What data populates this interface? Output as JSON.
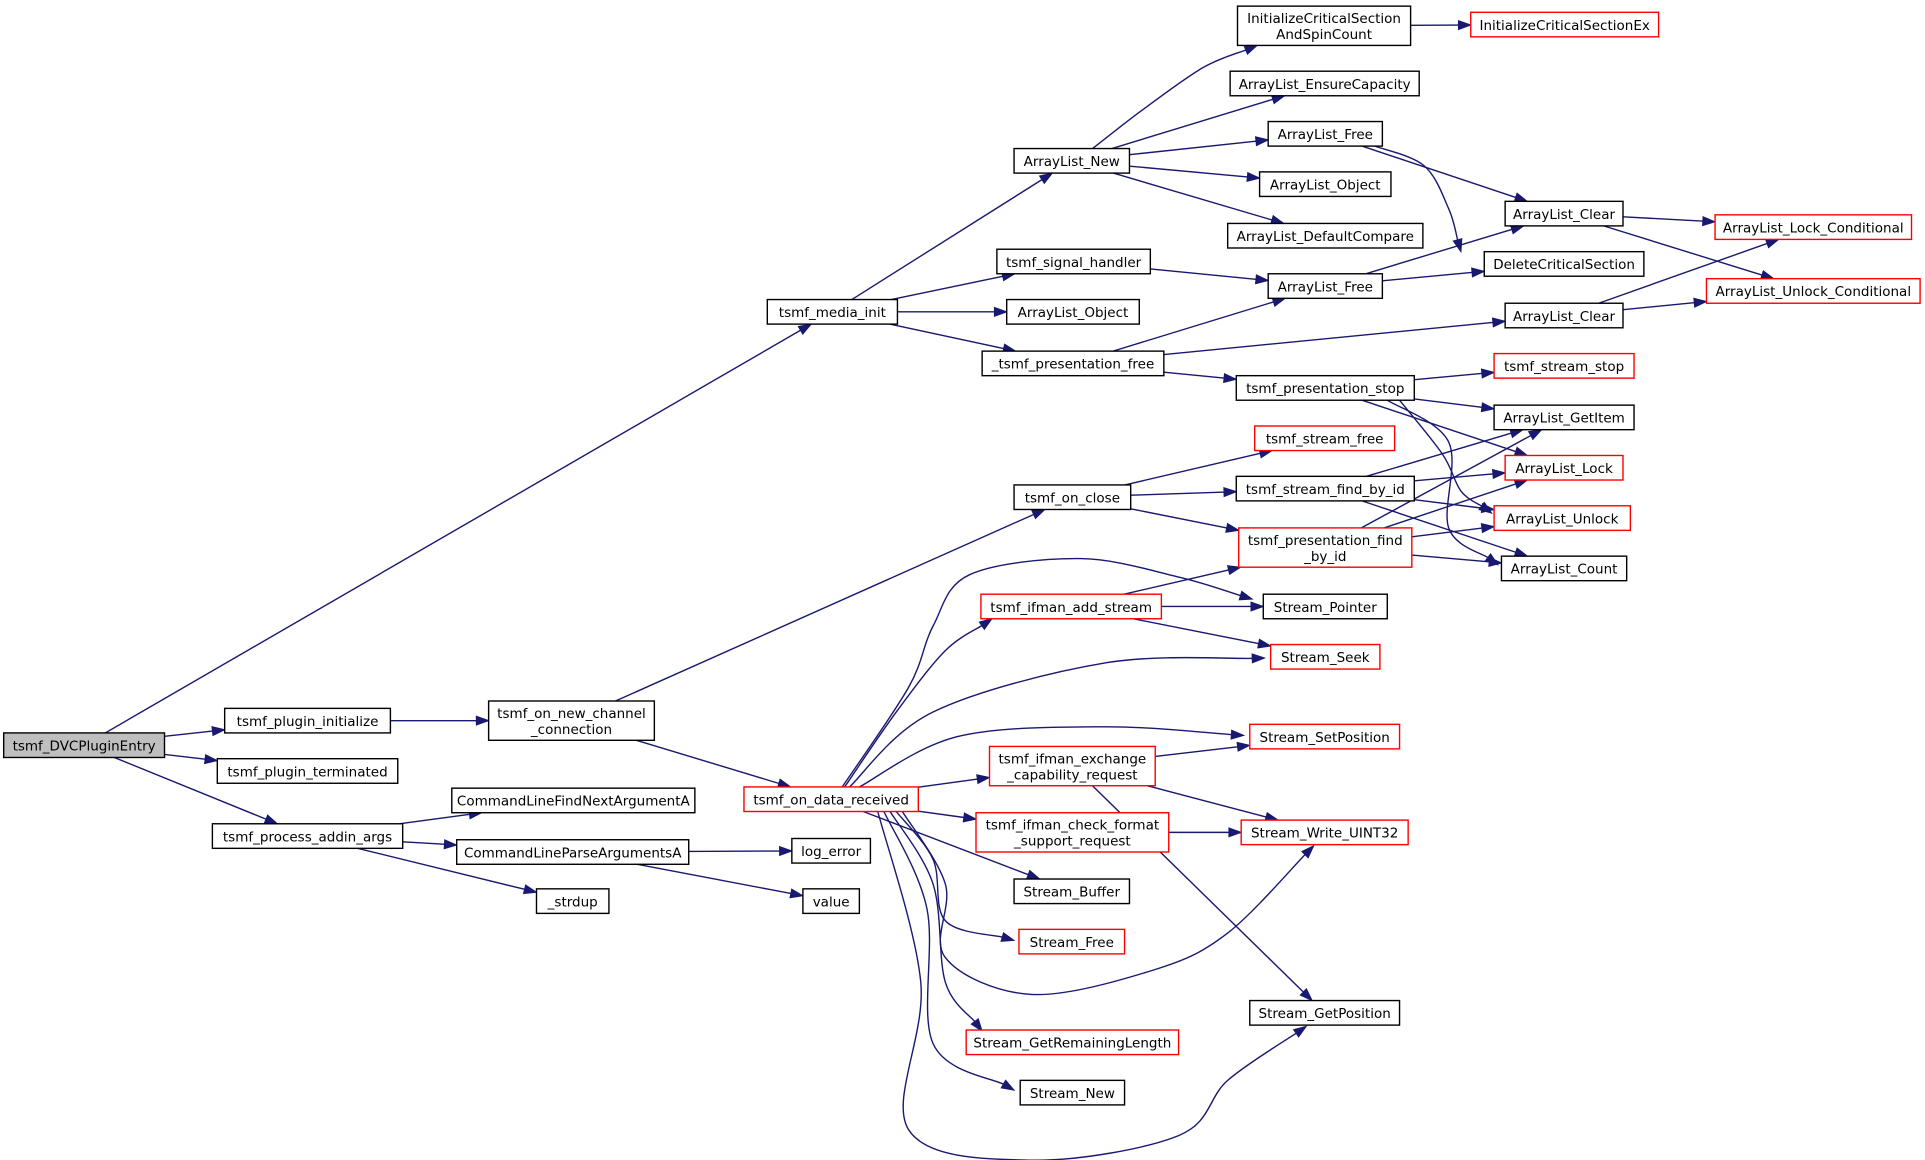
{
  "colors": {
    "edge": "#191970",
    "border_normal": "#000000",
    "border_truncated": "#ff0000",
    "root_fill": "#bfbfbf",
    "node_fill": "#ffffff"
  },
  "nodes": [
    {
      "id": "root",
      "lines": [
        "tsmf_DVCPluginEntry"
      ],
      "style": "root"
    },
    {
      "id": "plugin_initialize",
      "lines": [
        "tsmf_plugin_initialize"
      ],
      "style": "normal"
    },
    {
      "id": "plugin_terminated",
      "lines": [
        "tsmf_plugin_terminated"
      ],
      "style": "normal"
    },
    {
      "id": "process_addin_args",
      "lines": [
        "tsmf_process_addin_args"
      ],
      "style": "normal"
    },
    {
      "id": "media_init",
      "lines": [
        "tsmf_media_init"
      ],
      "style": "normal"
    },
    {
      "id": "on_new_channel",
      "lines": [
        "tsmf_on_new_channel",
        "_connection"
      ],
      "style": "normal"
    },
    {
      "id": "cl_find_next",
      "lines": [
        "CommandLineFindNextArgumentA"
      ],
      "style": "normal"
    },
    {
      "id": "cl_parse",
      "lines": [
        "CommandLineParseArgumentsA"
      ],
      "style": "normal"
    },
    {
      "id": "strdup",
      "lines": [
        "_strdup"
      ],
      "style": "normal"
    },
    {
      "id": "on_data_received",
      "lines": [
        "tsmf_on_data_received"
      ],
      "style": "truncated"
    },
    {
      "id": "log_error",
      "lines": [
        "log_error"
      ],
      "style": "normal"
    },
    {
      "id": "value",
      "lines": [
        "value"
      ],
      "style": "normal"
    },
    {
      "id": "on_close",
      "lines": [
        "tsmf_on_close"
      ],
      "style": "normal"
    },
    {
      "id": "al_new",
      "lines": [
        "ArrayList_New"
      ],
      "style": "normal"
    },
    {
      "id": "signal_handler",
      "lines": [
        "tsmf_signal_handler"
      ],
      "style": "normal"
    },
    {
      "id": "al_object_2",
      "lines": [
        "ArrayList_Object"
      ],
      "style": "normal"
    },
    {
      "id": "pres_free",
      "lines": [
        "_tsmf_presentation_free"
      ],
      "style": "normal"
    },
    {
      "id": "ifman_add_stream",
      "lines": [
        "tsmf_ifman_add_stream"
      ],
      "style": "truncated"
    },
    {
      "id": "ifman_exchange",
      "lines": [
        "tsmf_ifman_exchange",
        "_capability_request"
      ],
      "style": "truncated"
    },
    {
      "id": "ifman_check_format",
      "lines": [
        "tsmf_ifman_check_format",
        "_support_request"
      ],
      "style": "truncated"
    },
    {
      "id": "stream_buffer",
      "lines": [
        "Stream_Buffer"
      ],
      "style": "normal"
    },
    {
      "id": "stream_free_s",
      "lines": [
        "Stream_Free"
      ],
      "style": "truncated"
    },
    {
      "id": "stream_remaining",
      "lines": [
        "Stream_GetRemainingLength"
      ],
      "style": "truncated"
    },
    {
      "id": "stream_new",
      "lines": [
        "Stream_New"
      ],
      "style": "normal"
    },
    {
      "id": "init_cs",
      "lines": [
        "InitializeCriticalSection",
        "AndSpinCount"
      ],
      "style": "normal"
    },
    {
      "id": "al_ensure",
      "lines": [
        "ArrayList_EnsureCapacity"
      ],
      "style": "normal"
    },
    {
      "id": "al_free_1",
      "lines": [
        "ArrayList_Free"
      ],
      "style": "normal"
    },
    {
      "id": "al_object_1",
      "lines": [
        "ArrayList_Object"
      ],
      "style": "normal"
    },
    {
      "id": "al_default_compare",
      "lines": [
        "ArrayList_DefaultCompare"
      ],
      "style": "normal"
    },
    {
      "id": "al_free_2",
      "lines": [
        "ArrayList_Free"
      ],
      "style": "normal"
    },
    {
      "id": "pres_stop",
      "lines": [
        "tsmf_presentation_stop"
      ],
      "style": "normal"
    },
    {
      "id": "tsmf_stream_free",
      "lines": [
        "tsmf_stream_free"
      ],
      "style": "truncated"
    },
    {
      "id": "stream_find_by_id",
      "lines": [
        "tsmf_stream_find_by_id"
      ],
      "style": "normal"
    },
    {
      "id": "pres_find_by_id",
      "lines": [
        "tsmf_presentation_find",
        "_by_id"
      ],
      "style": "truncated"
    },
    {
      "id": "stream_pointer",
      "lines": [
        "Stream_Pointer"
      ],
      "style": "normal"
    },
    {
      "id": "stream_seek",
      "lines": [
        "Stream_Seek"
      ],
      "style": "truncated"
    },
    {
      "id": "stream_setpos",
      "lines": [
        "Stream_SetPosition"
      ],
      "style": "truncated"
    },
    {
      "id": "stream_write_u32",
      "lines": [
        "Stream_Write_UINT32"
      ],
      "style": "truncated"
    },
    {
      "id": "stream_getpos",
      "lines": [
        "Stream_GetPosition"
      ],
      "style": "normal"
    },
    {
      "id": "init_cs_ex",
      "lines": [
        "InitializeCriticalSectionEx"
      ],
      "style": "truncated"
    },
    {
      "id": "al_clear_1",
      "lines": [
        "ArrayList_Clear"
      ],
      "style": "normal"
    },
    {
      "id": "delete_cs",
      "lines": [
        "DeleteCriticalSection"
      ],
      "style": "normal"
    },
    {
      "id": "al_clear_2",
      "lines": [
        "ArrayList_Clear"
      ],
      "style": "normal"
    },
    {
      "id": "tsmf_stream_stop",
      "lines": [
        "tsmf_stream_stop"
      ],
      "style": "truncated"
    },
    {
      "id": "al_getitem",
      "lines": [
        "ArrayList_GetItem"
      ],
      "style": "normal"
    },
    {
      "id": "al_lock",
      "lines": [
        "ArrayList_Lock"
      ],
      "style": "truncated"
    },
    {
      "id": "al_unlock",
      "lines": [
        "ArrayList_Unlock"
      ],
      "style": "truncated"
    },
    {
      "id": "al_count",
      "lines": [
        "ArrayList_Count"
      ],
      "style": "normal"
    },
    {
      "id": "al_lock_cond",
      "lines": [
        "ArrayList_Lock_Conditional"
      ],
      "style": "truncated"
    },
    {
      "id": "al_unlock_cond",
      "lines": [
        "ArrayList_Unlock_Conditional"
      ],
      "style": "truncated"
    }
  ],
  "edges": [
    [
      "root",
      "media_init"
    ],
    [
      "root",
      "plugin_initialize"
    ],
    [
      "root",
      "plugin_terminated"
    ],
    [
      "root",
      "process_addin_args"
    ],
    [
      "plugin_initialize",
      "on_new_channel"
    ],
    [
      "on_new_channel",
      "on_close"
    ],
    [
      "on_new_channel",
      "on_data_received"
    ],
    [
      "process_addin_args",
      "cl_find_next"
    ],
    [
      "process_addin_args",
      "cl_parse"
    ],
    [
      "process_addin_args",
      "strdup"
    ],
    [
      "cl_parse",
      "log_error"
    ],
    [
      "cl_parse",
      "value"
    ],
    [
      "media_init",
      "al_new"
    ],
    [
      "media_init",
      "signal_handler"
    ],
    [
      "media_init",
      "al_object_2"
    ],
    [
      "media_init",
      "pres_free"
    ],
    [
      "al_new",
      "init_cs"
    ],
    [
      "al_new",
      "al_ensure"
    ],
    [
      "al_new",
      "al_free_1"
    ],
    [
      "al_new",
      "al_object_1"
    ],
    [
      "al_new",
      "al_default_compare"
    ],
    [
      "init_cs",
      "init_cs_ex"
    ],
    [
      "al_free_1",
      "al_clear_1"
    ],
    [
      "al_free_1",
      "delete_cs"
    ],
    [
      "al_clear_1",
      "al_lock_cond"
    ],
    [
      "al_clear_1",
      "al_unlock_cond"
    ],
    [
      "signal_handler",
      "al_free_2"
    ],
    [
      "al_free_2",
      "al_clear_1"
    ],
    [
      "al_free_2",
      "delete_cs"
    ],
    [
      "pres_free",
      "al_free_2"
    ],
    [
      "pres_free",
      "al_clear_2"
    ],
    [
      "pres_free",
      "pres_stop"
    ],
    [
      "al_clear_2",
      "al_lock_cond"
    ],
    [
      "al_clear_2",
      "al_unlock_cond"
    ],
    [
      "pres_stop",
      "tsmf_stream_stop"
    ],
    [
      "pres_stop",
      "al_getitem"
    ],
    [
      "pres_stop",
      "al_lock"
    ],
    [
      "pres_stop",
      "al_unlock"
    ],
    [
      "pres_stop",
      "al_count"
    ],
    [
      "on_close",
      "tsmf_stream_free"
    ],
    [
      "on_close",
      "stream_find_by_id"
    ],
    [
      "on_close",
      "pres_find_by_id"
    ],
    [
      "stream_find_by_id",
      "al_getitem"
    ],
    [
      "stream_find_by_id",
      "al_lock"
    ],
    [
      "stream_find_by_id",
      "al_unlock"
    ],
    [
      "stream_find_by_id",
      "al_count"
    ],
    [
      "pres_find_by_id",
      "al_getitem"
    ],
    [
      "pres_find_by_id",
      "al_lock"
    ],
    [
      "pres_find_by_id",
      "al_unlock"
    ],
    [
      "pres_find_by_id",
      "al_count"
    ],
    [
      "on_data_received",
      "ifman_add_stream"
    ],
    [
      "on_data_received",
      "stream_pointer"
    ],
    [
      "on_data_received",
      "stream_seek"
    ],
    [
      "on_data_received",
      "stream_setpos"
    ],
    [
      "on_data_received",
      "ifman_exchange"
    ],
    [
      "on_data_received",
      "ifman_check_format"
    ],
    [
      "on_data_received",
      "stream_buffer"
    ],
    [
      "on_data_received",
      "stream_free_s"
    ],
    [
      "on_data_received",
      "stream_write_u32"
    ],
    [
      "on_data_received",
      "stream_remaining"
    ],
    [
      "on_data_received",
      "stream_new"
    ],
    [
      "on_data_received",
      "stream_getpos"
    ],
    [
      "ifman_add_stream",
      "pres_find_by_id"
    ],
    [
      "ifman_add_stream",
      "stream_pointer"
    ],
    [
      "ifman_add_stream",
      "stream_seek"
    ],
    [
      "ifman_exchange",
      "stream_setpos"
    ],
    [
      "ifman_exchange",
      "stream_write_u32"
    ],
    [
      "ifman_exchange",
      "stream_getpos"
    ],
    [
      "ifman_check_format",
      "stream_write_u32"
    ]
  ]
}
